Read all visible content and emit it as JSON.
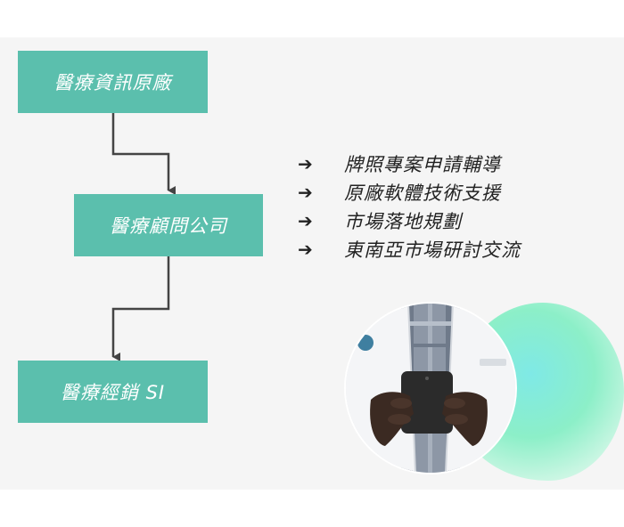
{
  "flow": {
    "nodes": [
      {
        "label": "醫療資訊原廠"
      },
      {
        "label": "醫療顧問公司"
      },
      {
        "label": "醫療經銷 SI"
      }
    ]
  },
  "services": {
    "arrow_glyph": "➔",
    "items": [
      {
        "label": "牌照專案申請輔導"
      },
      {
        "label": "原廠軟體技術支援"
      },
      {
        "label": "市場落地規劃"
      },
      {
        "label": "東南亞市場研討交流"
      }
    ]
  },
  "colors": {
    "box": "#5bbfad",
    "connector": "#444444",
    "blob": "#8cefc8"
  },
  "photo": {
    "subject": "doctor-holding-smartphone"
  }
}
